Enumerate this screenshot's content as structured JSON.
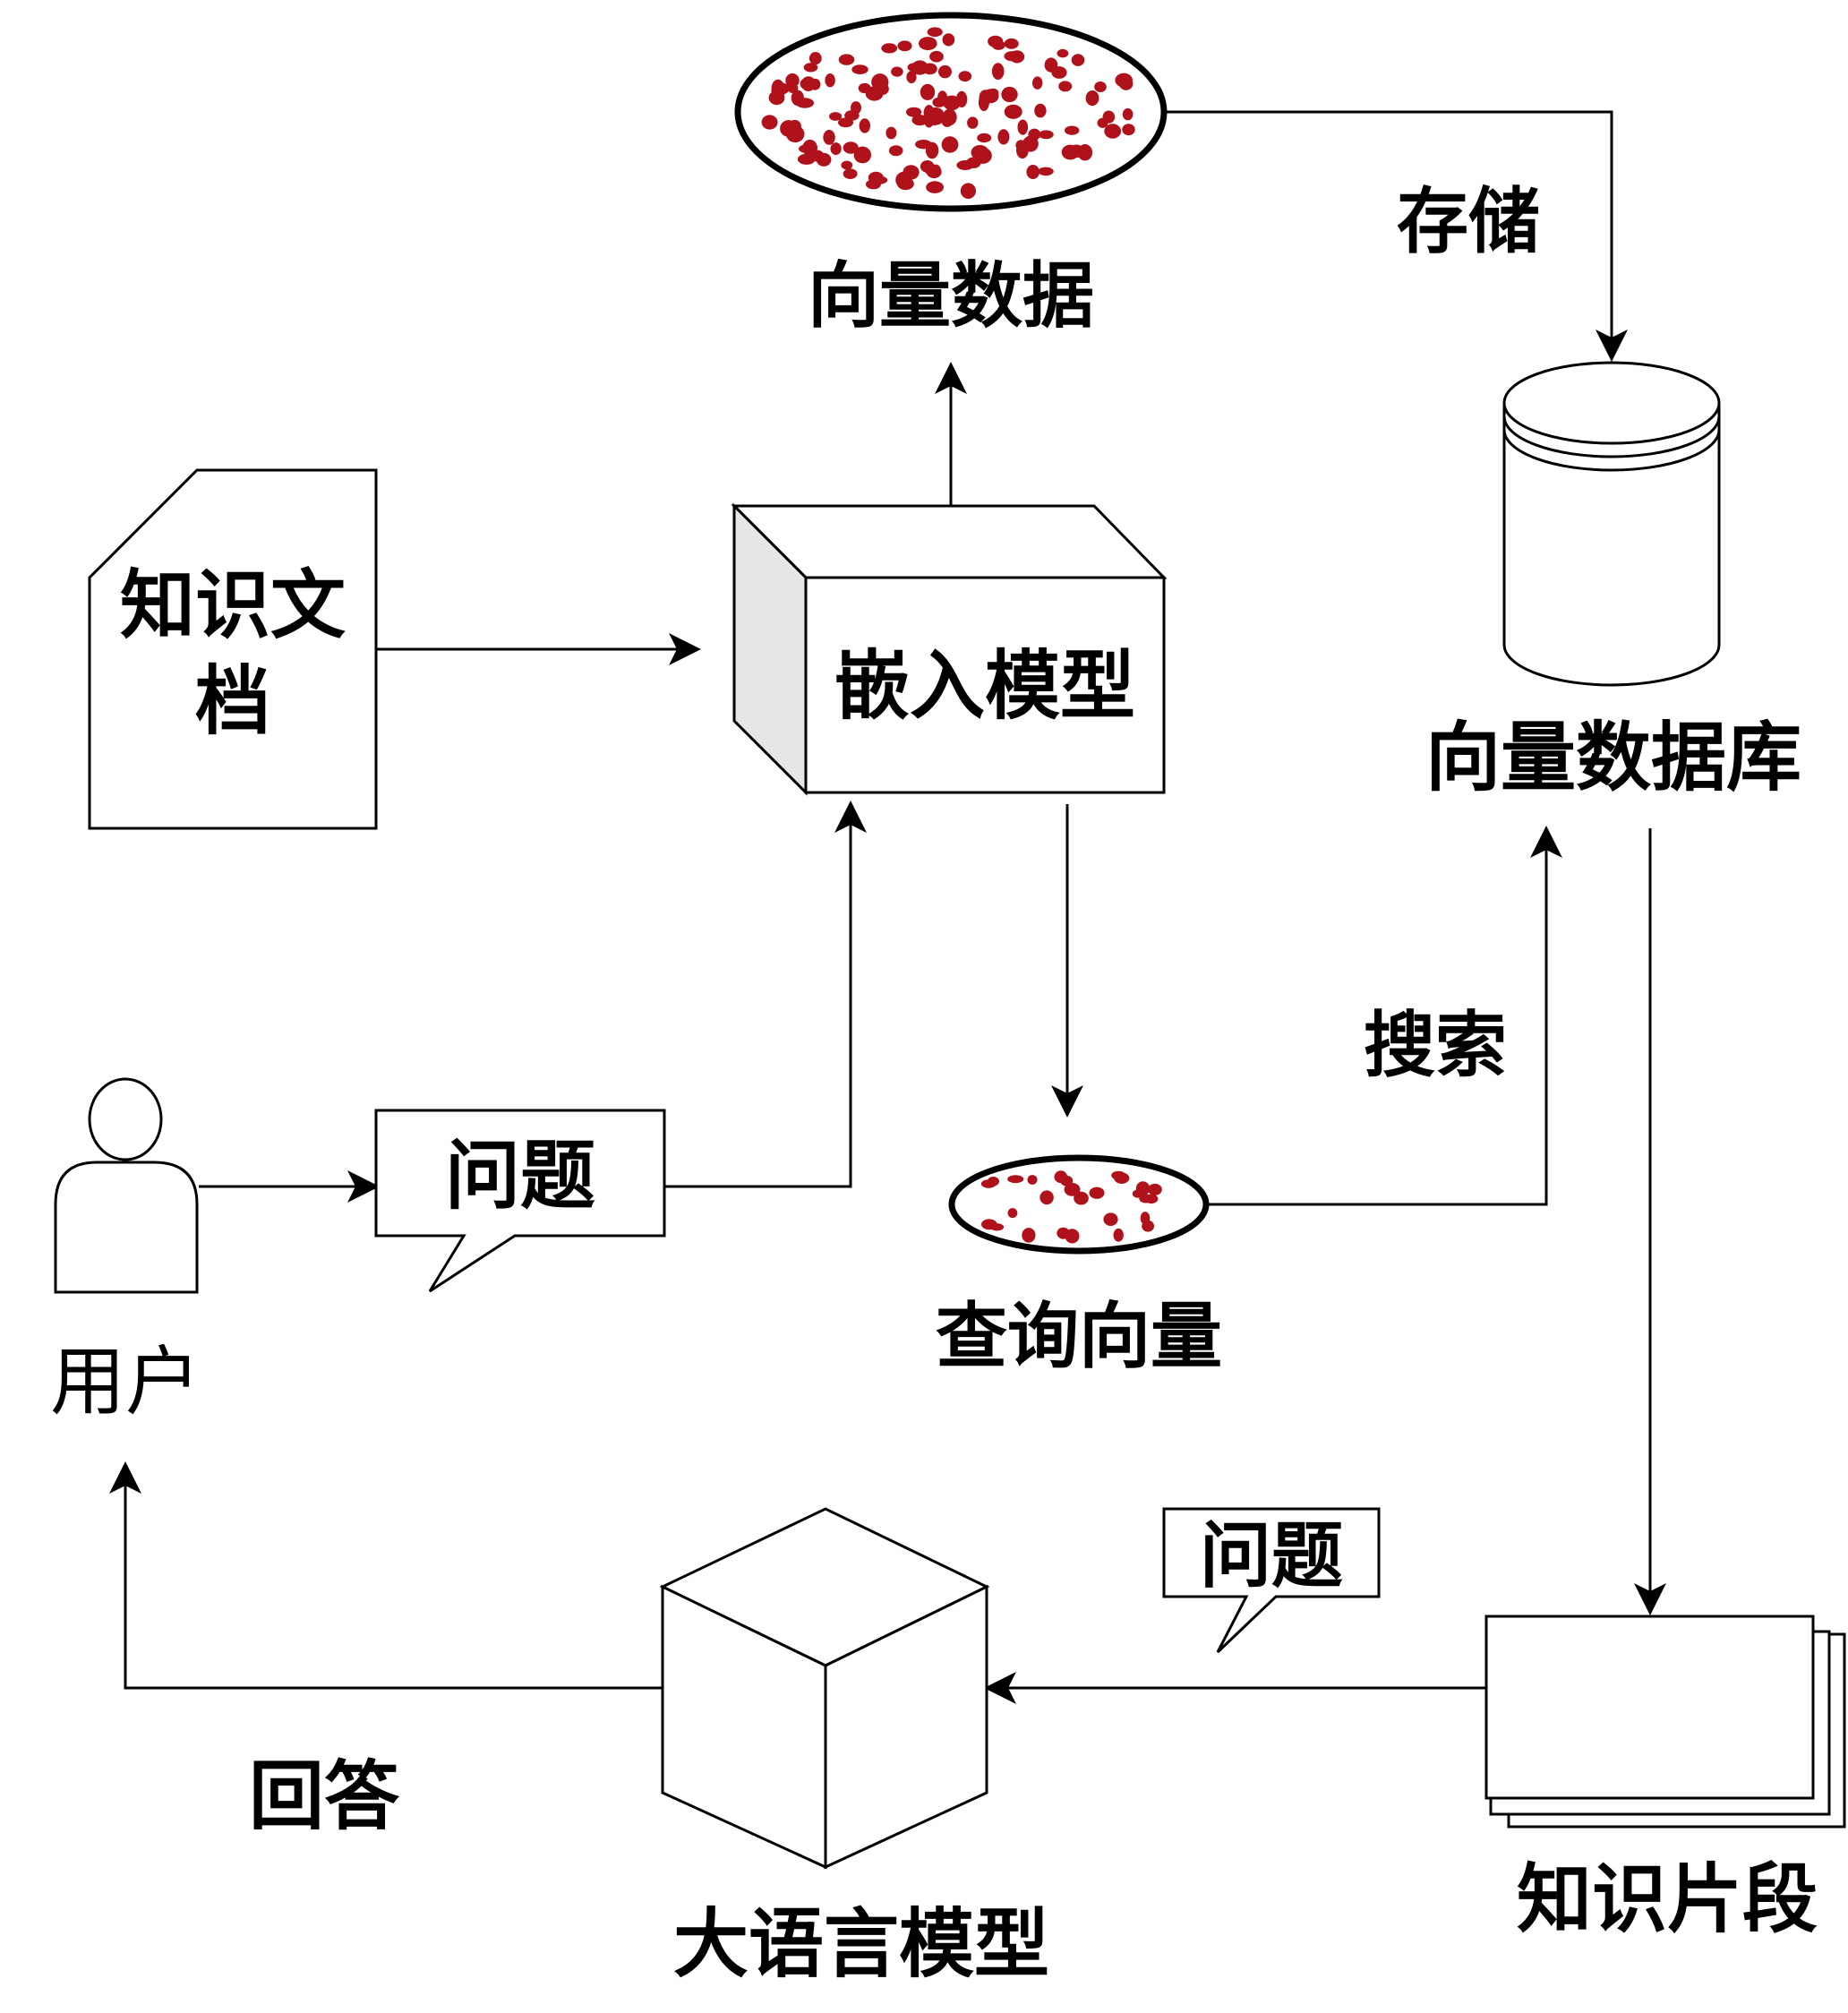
{
  "nodes": {
    "vector_data": "向量数据",
    "knowledge_doc_line1": "知识文",
    "knowledge_doc_line2": "档",
    "embedding_model": "嵌入模型",
    "vector_db": "向量数据库",
    "user": "用户",
    "question": "问题",
    "query_vector": "查询向量",
    "llm": "大语言模型",
    "knowledge_chunks": "知识片段",
    "question_small": "问题"
  },
  "edges": {
    "store": "存储",
    "search": "搜索",
    "answer": "回答"
  },
  "colors": {
    "dots": "#b0121b",
    "stroke": "#000000",
    "side_face": "#e6e6e6"
  }
}
